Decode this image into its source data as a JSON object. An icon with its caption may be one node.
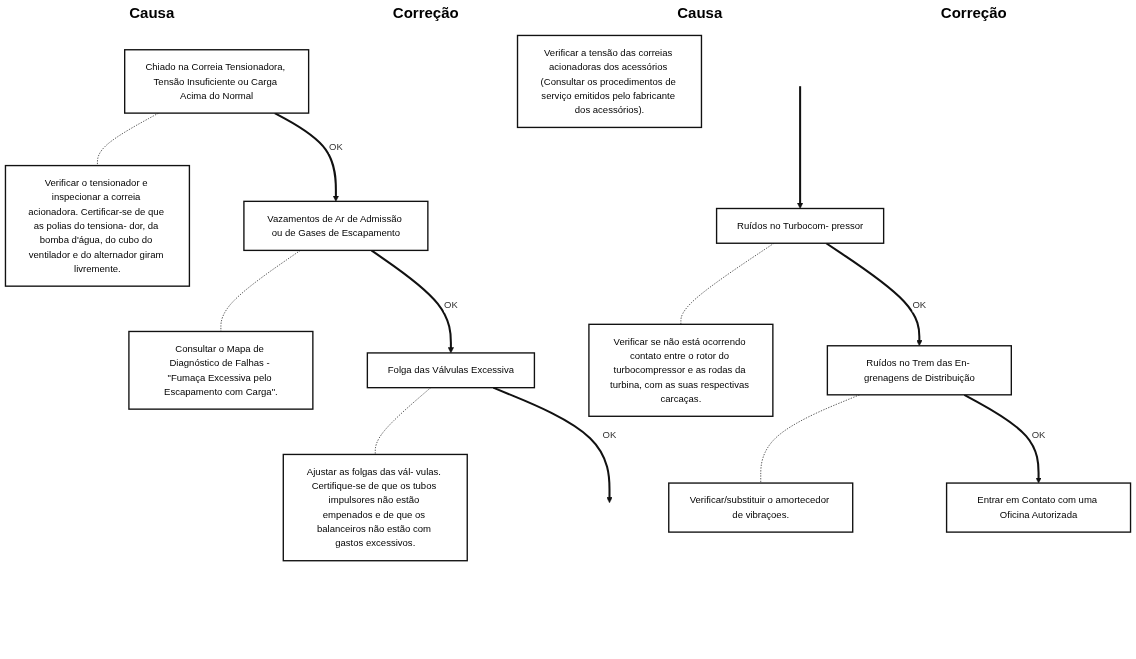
{
  "diagram": {
    "nodes": [
      {
        "text": [
          "Chiado na Correia Tensionadora, Tensão Insuficiente ou Carga Acima do Normal"
        ]
      },
      {
        "text": [
          "Verificar o tensionador e inspecionar a correia acionadora. Certificar-se de que as polias do tensiona- dor, da bomba d'água, do cubo do ventilador e do alternador giram livremente."
        ]
      },
      {
        "text": [
          "Verificar a tensão das correias acionadoras dos acessórios (Consultar os procedimentos de serviço emitidos pelo fabricante dos acessórios)."
        ]
      },
      {
        "text": [
          "Vazamentos de Ar de Admissão ou de Gases de Escapamento"
        ]
      },
      {
        "text": [
          "Consultar o Mapa de Diagnóstico de Falhas - \"Fumaça Excessiva pelo Escapamento com Carga\"."
        ]
      },
      {
        "text": [
          "Folga das Válvulas Excessiva"
        ]
      },
      {
        "text": [
          "Ajustar as folgas das vál- vulas. Certifique-se de que os tubos impulsores não estão empenados e de que os balanceiros não estão com gastos excessivos."
        ]
      },
      {
        "text": [
          "Ruídos no Turbocom- pressor"
        ]
      },
      {
        "text": [
          "Verificar se não está ocorrendo contato entre o rotor do turbocompressor e as rodas da turbina, com as suas respectivas carcaças."
        ]
      },
      {
        "text": [
          "Ruídos no Trem das En- grenagens de Distribuição"
        ]
      },
      {
        "text": [
          "Verificar/substituir o amortecedor de vibraçoes."
        ]
      },
      {
        "text": [
          "Entrar em Contato com uma Oficina Autorizada"
        ]
      }
    ],
    "edges": [
      {
        "from": 0,
        "to": 1,
        "arrow": "none",
        "style": "dashed"
      },
      {
        "from": 0,
        "to": 3,
        "arrow": "to",
        "label": "OK"
      },
      {
        "from": 3,
        "to": 4,
        "arrow": "none",
        "style": "dashed"
      },
      {
        "from": 3,
        "to": 5,
        "arrow": "to",
        "label": "OK"
      },
      {
        "from": 5,
        "to": 6,
        "arrow": "none",
        "style": "dashed"
      },
      {
        "from": 5,
        "to": null,
        "arrow": "to",
        "label": "OK"
      },
      {
        "from": null,
        "to": 7,
        "arrow": "to"
      },
      {
        "from": 7,
        "to": 8,
        "arrow": "none",
        "style": "dashed"
      },
      {
        "from": 7,
        "to": 9,
        "arrow": "to",
        "label": "OK"
      },
      {
        "from": 9,
        "to": 10,
        "arrow": "none",
        "style": "dashed"
      },
      {
        "from": 9,
        "to": 11,
        "arrow": "to",
        "label": "OK"
      }
    ],
    "labels": [
      "Causa",
      "Correção",
      "Causa",
      "Correção"
    ]
  }
}
